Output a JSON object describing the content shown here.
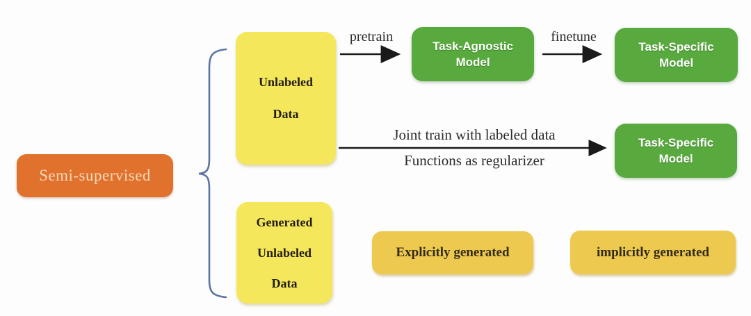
{
  "nodes": {
    "semi_supervised": {
      "label": "Semi-supervised"
    },
    "unlabeled_data": {
      "line1": "Unlabeled",
      "line2": "Data"
    },
    "generated_unlabeled_data": {
      "line1": "Generated",
      "line2": "Unlabeled",
      "line3": "Data"
    },
    "task_agnostic_model": {
      "line1": "Task-Agnostic",
      "line2": "Model"
    },
    "task_specific_model_top": {
      "line1": "Task-Specific",
      "line2": "Model"
    },
    "task_specific_model_mid": {
      "line1": "Task-Specific",
      "line2": "Model"
    },
    "explicitly_generated": {
      "label": "Explicitly generated"
    },
    "implicitly_generated": {
      "label": "implicitly generated"
    }
  },
  "edges": {
    "pretrain": {
      "label": "pretrain"
    },
    "finetune": {
      "label": "finetune"
    },
    "joint_train": {
      "label_top": "Joint train with labeled data",
      "label_bottom": "Functions as regularizer"
    }
  },
  "colors": {
    "root_fill": "#e0722d",
    "root_text": "#f8d8ba",
    "data_box_fill": "#f5e75c",
    "generated_box_fill": "#eec94f",
    "model_box_fill": "#58a93e",
    "model_box_text": "#ffffff",
    "brace": "#5b74a2",
    "arrow": "#1a1a1a",
    "background": "#fdfdfd"
  }
}
